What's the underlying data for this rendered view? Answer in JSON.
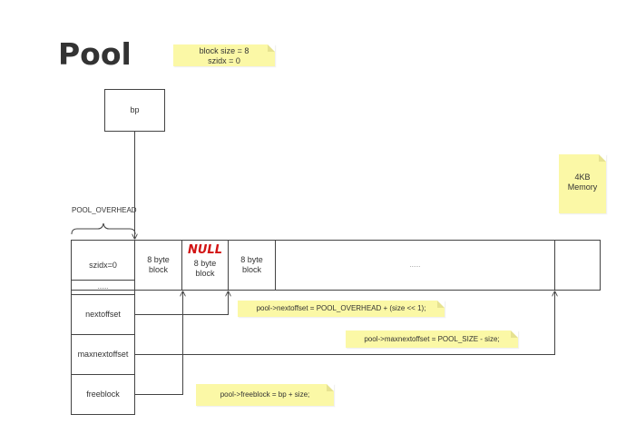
{
  "title": "Pool",
  "notes": {
    "block_size_line1": "block size = 8",
    "block_size_line2": "szidx = 0",
    "memory_line1": "4KB",
    "memory_line2": "Memory",
    "nextoffset_formula": "pool->nextoffset = POOL_OVERHEAD + (size << 1);",
    "maxnextoffset_formula": "pool->maxnextoffset = POOL_SIZE - size;",
    "freeblock_formula": "pool->freeblock = bp + size;"
  },
  "bp_label": "bp",
  "overhead_label": "POOL_OVERHEAD",
  "null_label": "NULL",
  "row": {
    "szidx": "szidx=0",
    "block1_line1": "8 byte",
    "block1_line2": "block",
    "block2_line1": "8 byte",
    "block2_line2": "block",
    "block3_line1": "8 byte",
    "block3_line2": "block",
    "rest": "......"
  },
  "fields": {
    "dots": "......",
    "nextoffset": "nextoffset",
    "maxnextoffset": "maxnextoffset",
    "freeblock": "freeblock"
  },
  "colors": {
    "note_bg": "#fbf8a6",
    "null_text": "#d21414",
    "line": "#444444"
  }
}
